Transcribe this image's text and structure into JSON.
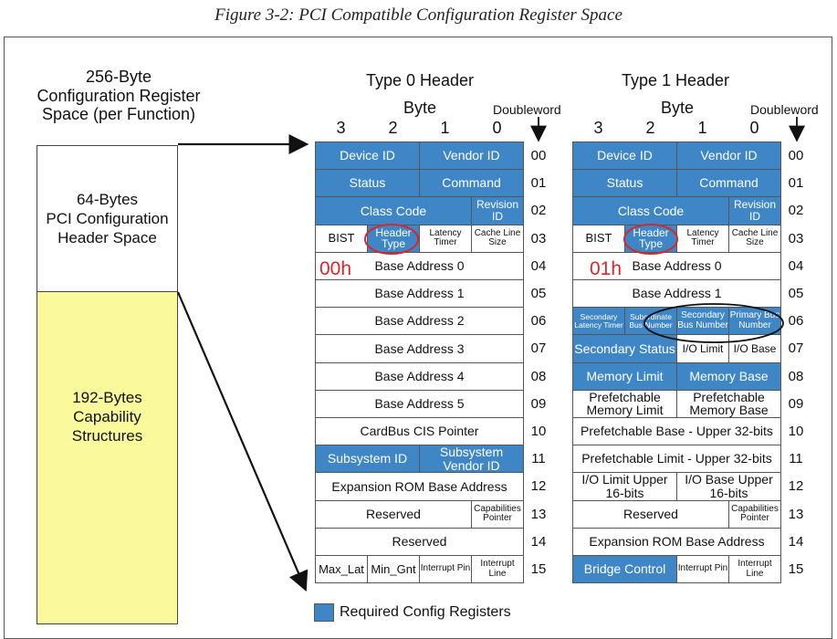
{
  "title": "Figure 3-2: PCI Compatible Configuration Register Space",
  "left": {
    "heading": [
      "256-Byte",
      "Configuration Register",
      "Space (per Function)"
    ],
    "header_space": [
      "64-Bytes",
      "PCI Configuration",
      "Header Space"
    ],
    "capability": [
      "192-Bytes",
      "Capability",
      "Structures"
    ]
  },
  "type0": {
    "title": "Type 0 Header",
    "byte_label": "Byte",
    "dw_label": "Doubleword",
    "bytes": [
      "3",
      "2",
      "1",
      "0"
    ],
    "annotation": "00h",
    "rows": [
      [
        [
          "Device ID",
          2,
          "b"
        ],
        [
          "Vendor ID",
          2,
          "b"
        ]
      ],
      [
        [
          "Status",
          2,
          "b"
        ],
        [
          "Command",
          2,
          "b"
        ]
      ],
      [
        [
          "Class Code",
          3,
          "b"
        ],
        [
          "Revision ID",
          1,
          "b"
        ]
      ],
      [
        [
          "BIST",
          1,
          "w"
        ],
        [
          "Header Type",
          1,
          "b"
        ],
        [
          "Latency Timer",
          1,
          "w"
        ],
        [
          "Cache Line Size",
          1,
          "w"
        ]
      ],
      [
        [
          "Base Address 0",
          4,
          "w"
        ]
      ],
      [
        [
          "Base Address 1",
          4,
          "w"
        ]
      ],
      [
        [
          "Base Address 2",
          4,
          "w"
        ]
      ],
      [
        [
          "Base Address 3",
          4,
          "w"
        ]
      ],
      [
        [
          "Base Address 4",
          4,
          "w"
        ]
      ],
      [
        [
          "Base Address 5",
          4,
          "w"
        ]
      ],
      [
        [
          "CardBus CIS Pointer",
          4,
          "w"
        ]
      ],
      [
        [
          "Subsystem ID",
          2,
          "b"
        ],
        [
          "Subsystem Vendor ID",
          2,
          "b"
        ]
      ],
      [
        [
          "Expansion ROM Base Address",
          4,
          "w"
        ]
      ],
      [
        [
          "Reserved",
          3,
          "w"
        ],
        [
          "Capabilities Pointer",
          1,
          "w"
        ]
      ],
      [
        [
          "Reserved",
          4,
          "w"
        ]
      ],
      [
        [
          "Max_Lat",
          1,
          "w"
        ],
        [
          "Min_Gnt",
          1,
          "w"
        ],
        [
          "Interrupt Pin",
          1,
          "w"
        ],
        [
          "Interrupt Line",
          1,
          "w"
        ]
      ]
    ]
  },
  "type1": {
    "title": "Type 1 Header",
    "byte_label": "Byte",
    "dw_label": "Doubleword",
    "bytes": [
      "3",
      "2",
      "1",
      "0"
    ],
    "annotation": "01h",
    "rows": [
      [
        [
          "Device ID",
          2,
          "b"
        ],
        [
          "Vendor ID",
          2,
          "b"
        ]
      ],
      [
        [
          "Status",
          2,
          "b"
        ],
        [
          "Command",
          2,
          "b"
        ]
      ],
      [
        [
          "Class Code",
          3,
          "b"
        ],
        [
          "Revision ID",
          1,
          "b"
        ]
      ],
      [
        [
          "BIST",
          1,
          "w"
        ],
        [
          "Header Type",
          1,
          "b"
        ],
        [
          "Latency Timer",
          1,
          "w"
        ],
        [
          "Cache Line Size",
          1,
          "w"
        ]
      ],
      [
        [
          "Base Address 0",
          4,
          "w"
        ]
      ],
      [
        [
          "Base Address 1",
          4,
          "w"
        ]
      ],
      [
        [
          "Secondary Latency Timer",
          1,
          "b"
        ],
        [
          "Subordinate Bus Number",
          1,
          "b"
        ],
        [
          "Secondary Bus Number",
          1,
          "b"
        ],
        [
          "Primary Bus Number",
          1,
          "b"
        ]
      ],
      [
        [
          "Secondary Status",
          2,
          "b"
        ],
        [
          "I/O Limit",
          1,
          "w"
        ],
        [
          "I/O Base",
          1,
          "w"
        ]
      ],
      [
        [
          "Memory Limit",
          2,
          "b"
        ],
        [
          "Memory Base",
          2,
          "b"
        ]
      ],
      [
        [
          "Prefetchable Memory Limit",
          2,
          "w"
        ],
        [
          "Prefetchable Memory Base",
          2,
          "w"
        ]
      ],
      [
        [
          "Prefetchable Base - Upper 32-bits",
          4,
          "w"
        ]
      ],
      [
        [
          "Prefetchable Limit - Upper 32-bits",
          4,
          "w"
        ]
      ],
      [
        [
          "I/O Limit Upper 16-bits",
          2,
          "w"
        ],
        [
          "I/O Base Upper 16-bits",
          2,
          "w"
        ]
      ],
      [
        [
          "Reserved",
          3,
          "w"
        ],
        [
          "Capabilities Pointer",
          1,
          "w"
        ]
      ],
      [
        [
          "Expansion ROM Base Address",
          4,
          "w"
        ]
      ],
      [
        [
          "Bridge Control",
          2,
          "b"
        ],
        [
          "Interrupt Pin",
          1,
          "w"
        ],
        [
          "Interrupt Line",
          1,
          "w"
        ]
      ]
    ]
  },
  "dwords": [
    "00",
    "01",
    "02",
    "03",
    "04",
    "05",
    "06",
    "07",
    "08",
    "09",
    "10",
    "11",
    "12",
    "13",
    "14",
    "15"
  ],
  "legend": "Required Config Registers",
  "colors": {
    "required": "#3f86c7",
    "highlight": "#d9262b",
    "capability": "#fafa9c"
  }
}
